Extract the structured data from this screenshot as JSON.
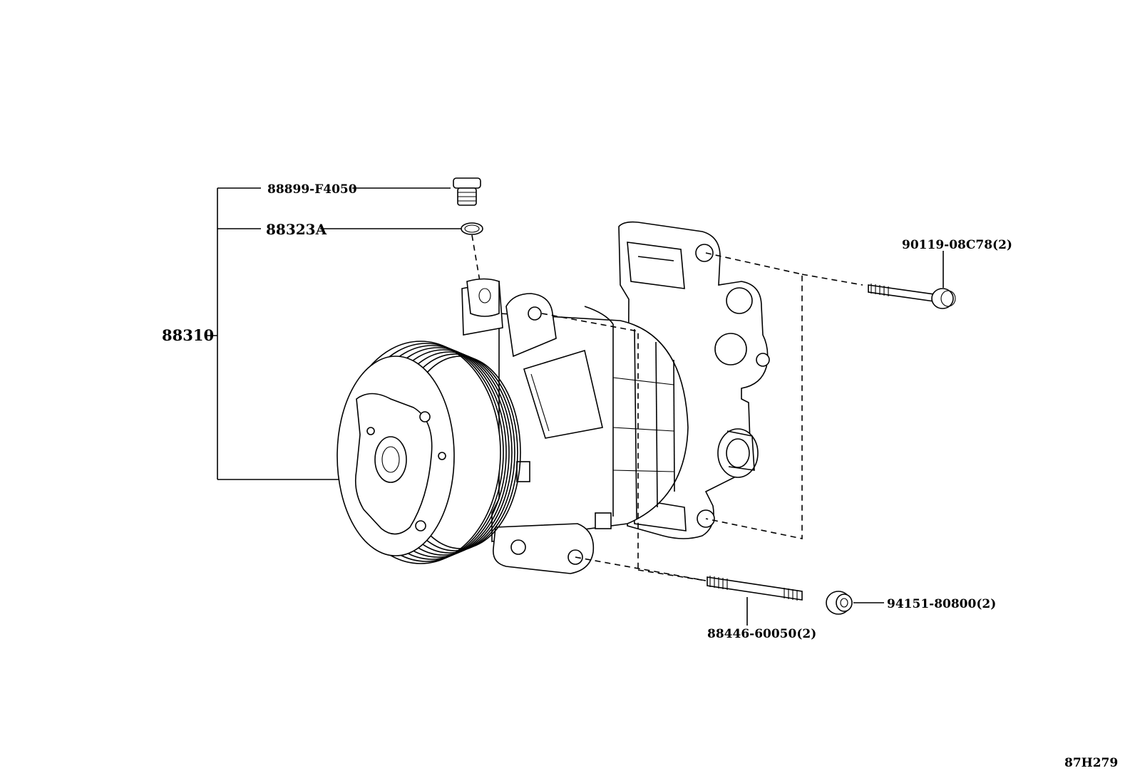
{
  "diagram": {
    "labels": {
      "oil_plug": "88899-F4050",
      "o_ring": "88323A",
      "compressor_assy": "88310",
      "bolt": "90119-08C78(2)",
      "stud": "88446-60050(2)",
      "nut": "94151-80800(2)",
      "figure_code": "87H279"
    }
  }
}
